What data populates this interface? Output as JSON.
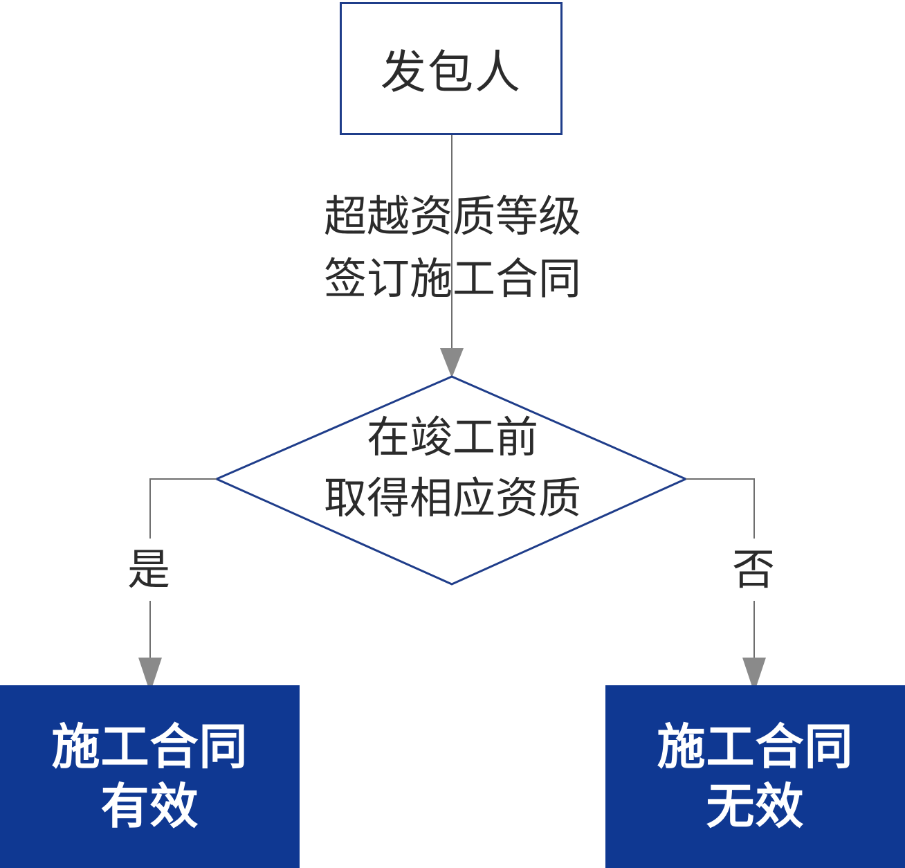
{
  "nodes": {
    "start": "发包人",
    "condition_line1": "超越资质等级",
    "condition_line2": "签订施工合同",
    "decision_line1": "在竣工前",
    "decision_line2": "取得相应资质",
    "yes_label": "是",
    "no_label": "否",
    "result_yes_line1": "施工合同",
    "result_yes_line2": "有效",
    "result_no_line1": "施工合同",
    "result_no_line2": "无效"
  },
  "colors": {
    "outline": "#1f3d8a",
    "result_fill": "#0f3892",
    "connector": "#6e6e6e",
    "arrowhead": "#8a8a8a",
    "text": "#2b2b2b",
    "result_text": "#ffffff"
  }
}
